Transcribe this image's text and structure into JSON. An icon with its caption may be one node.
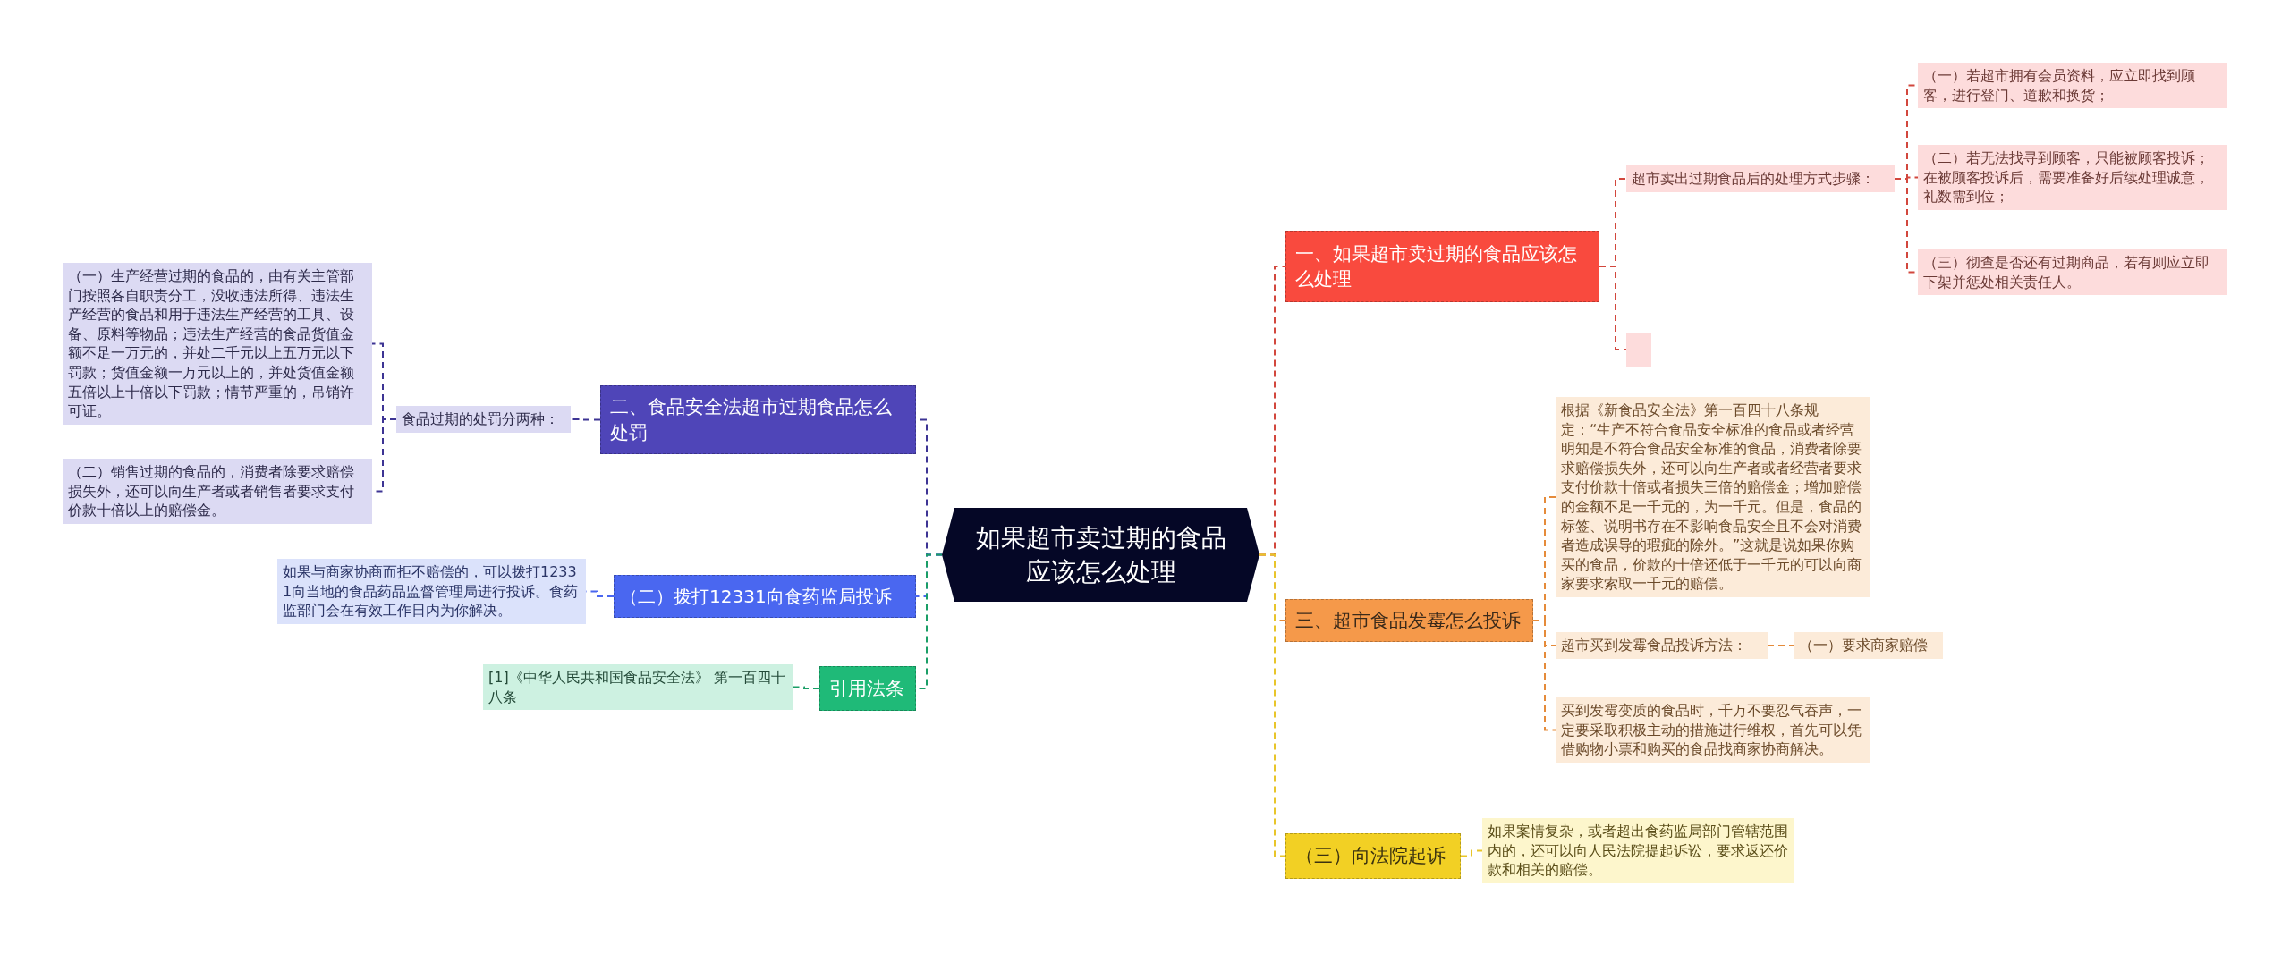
{
  "diagram": {
    "nodes": [
      {
        "text": [
          "如果超市卖过期的食品应该怎么处理"
        ]
      },
      {
        "text": [
          "一、如果超市卖过期的食品应该怎么处理"
        ]
      },
      {
        "text": [
          "超市卖出过期食品后的处理方式步骤："
        ]
      },
      {
        "text": [
          "（一）若超市拥有会员资料，应立即找到顾客，进行登门、道歉和换货；"
        ]
      },
      {
        "text": [
          "（二）若无法找寻到顾客，只能被顾客投诉；在被顾客投诉后，需要准备好后续处理诚意，礼数需到位；"
        ]
      },
      {
        "text": [
          "（三）彻查是否还有过期商品，若有则应立即下架并惩处相关责任人。"
        ]
      },
      {
        "text": [],
        "shape": "box"
      },
      {
        "text": [
          "三、超市食品发霉怎么投诉"
        ]
      },
      {
        "text": [
          "根据《新食品安全法》第一百四十八条规定：“生产不符合食品安全标准的食品或者经营明知是不符合食品安全标准的食品，消费者除要求赔偿损失外，还可以向生产者或者经营者要求支付价款十倍或者损失三倍的赔偿金；增加赔偿的金额不足一千元的，为一千元。但是，食品的标签、说明书存在不影响食品安全且不会对消费者造成误导的瑕疵的除外。”这就是说如果你购买的食品，价款的十倍还低于一千元的可以向商家要求索取一千元的赔偿。"
        ]
      },
      {
        "text": [
          "超市买到发霉食品投诉方法："
        ]
      },
      {
        "text": [
          "（一）要求商家赔偿"
        ]
      },
      {
        "text": [
          "买到发霉变质的食品时，千万不要忍气吞声，一定要采取积极主动的措施进行维权，首先可以凭借购物小票和购买的食品找商家协商解决。"
        ]
      },
      {
        "text": [
          "（三）向法院起诉"
        ]
      },
      {
        "text": [
          "如果案情复杂，或者超出食药监局部门管辖范围内的，还可以向人民法院提起诉讼，要求返还价款和相关的赔偿。"
        ]
      },
      {
        "text": [
          "二、食品安全法超市过期食品怎么处罚"
        ]
      },
      {
        "text": [
          "食品过期的处罚分两种："
        ]
      },
      {
        "text": [
          "（一）生产经营过期的食品的，由有关主管部门按照各自职责分工，没收违法所得、违法生产经营的食品和用于违法生产经营的工具、设备、原料等物品；违法生产经营的食品货值金额不足一万元的，并处二千元以上五万元以下罚款；货值金额一万元以上的，并处货值金额五倍以上十倍以下罚款；情节严重的，吊销许可证。"
        ]
      },
      {
        "text": [
          "（二）销售过期的食品的，消费者除要求赔偿损失外，还可以向生产者或者销售者要求支付价款十倍以上的赔偿金。"
        ]
      },
      {
        "text": [
          "（二）拨打12331向食药监局投诉"
        ]
      },
      {
        "text": [
          "如果与商家协商而拒不赔偿的，可以拨打12331向当地的食品药品监督管理局进行投诉。食药监部门会在有效工作日内为你解决。"
        ]
      },
      {
        "text": [
          "引用法条"
        ]
      },
      {
        "text": [
          "[1]《中华人民共和国食品安全法》 第一百四十八条"
        ]
      }
    ],
    "edges": [
      {
        "from": 0,
        "to": 1,
        "arrow": "none",
        "style": "dashed",
        "color": "#d2473d"
      },
      {
        "from": 1,
        "to": 2,
        "arrow": "none",
        "style": "dashed",
        "color": "#d2473d"
      },
      {
        "from": 2,
        "to": 3,
        "arrow": "none",
        "style": "dashed",
        "color": "#d2473d"
      },
      {
        "from": 2,
        "to": 4,
        "arrow": "none",
        "style": "dashed",
        "color": "#d2473d"
      },
      {
        "from": 2,
        "to": 5,
        "arrow": "none",
        "style": "dashed",
        "color": "#d2473d"
      },
      {
        "from": 1,
        "to": 6,
        "arrow": "none",
        "style": "dashed",
        "color": "#d2473d"
      },
      {
        "from": 0,
        "to": 7,
        "arrow": "none",
        "style": "dashed",
        "color": "#e58b3a"
      },
      {
        "from": 7,
        "to": 8,
        "arrow": "none",
        "style": "dashed",
        "color": "#e58b3a"
      },
      {
        "from": 7,
        "to": 9,
        "arrow": "none",
        "style": "dashed",
        "color": "#e58b3a"
      },
      {
        "from": 9,
        "to": 10,
        "arrow": "none",
        "style": "dashed",
        "color": "#e58b3a"
      },
      {
        "from": 7,
        "to": 11,
        "arrow": "none",
        "style": "dashed",
        "color": "#e58b3a"
      },
      {
        "from": 0,
        "to": 12,
        "arrow": "none",
        "style": "dashed",
        "color": "#e8c52a"
      },
      {
        "from": 12,
        "to": 13,
        "arrow": "none",
        "style": "dashed",
        "color": "#e8c52a"
      },
      {
        "from": 0,
        "to": 14,
        "arrow": "none",
        "style": "dashed",
        "color": "#3d3494"
      },
      {
        "from": 14,
        "to": 15,
        "arrow": "none",
        "style": "dashed",
        "color": "#3d3494"
      },
      {
        "from": 15,
        "to": 16,
        "arrow": "none",
        "style": "dashed",
        "color": "#3d3494"
      },
      {
        "from": 15,
        "to": 17,
        "arrow": "none",
        "style": "dashed",
        "color": "#3d3494"
      },
      {
        "from": 0,
        "to": 18,
        "arrow": "none",
        "style": "dashed",
        "color": "#4a67f0"
      },
      {
        "from": 18,
        "to": 19,
        "arrow": "none",
        "style": "dashed",
        "color": "#4a67f0"
      },
      {
        "from": 0,
        "to": 20,
        "arrow": "none",
        "style": "dashed",
        "color": "#1a9e66"
      },
      {
        "from": 20,
        "to": 21,
        "arrow": "none",
        "style": "dashed",
        "color": "#1a9e66"
      }
    ]
  }
}
